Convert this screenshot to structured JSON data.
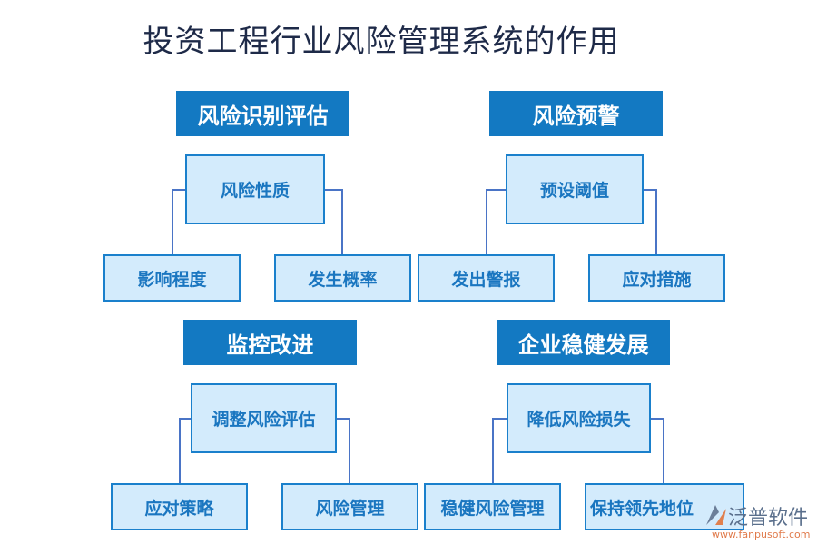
{
  "title": "投资工程行业风险管理系统的作用",
  "groups": [
    {
      "header": "风险识别评估",
      "parent": "风险性质",
      "children": [
        "影响程度",
        "发生概率"
      ]
    },
    {
      "header": "风险预警",
      "parent": "预设阈值",
      "children": [
        "发出警报",
        "应对措施"
      ]
    },
    {
      "header": "监控改进",
      "parent": "调整风险评估",
      "children": [
        "应对策略",
        "风险管理"
      ]
    },
    {
      "header": "企业稳健发展",
      "parent": "降低风险损失",
      "children": [
        "稳健风险管理",
        "保持领先地位"
      ]
    }
  ],
  "logo": {
    "name": "泛普软件",
    "url": "www.fanpusoft.com"
  },
  "colors": {
    "header_bg": "#1379c2",
    "box_fill": "#d3ebfc",
    "box_border": "#1a80cc",
    "connector": "#4a74c6"
  }
}
